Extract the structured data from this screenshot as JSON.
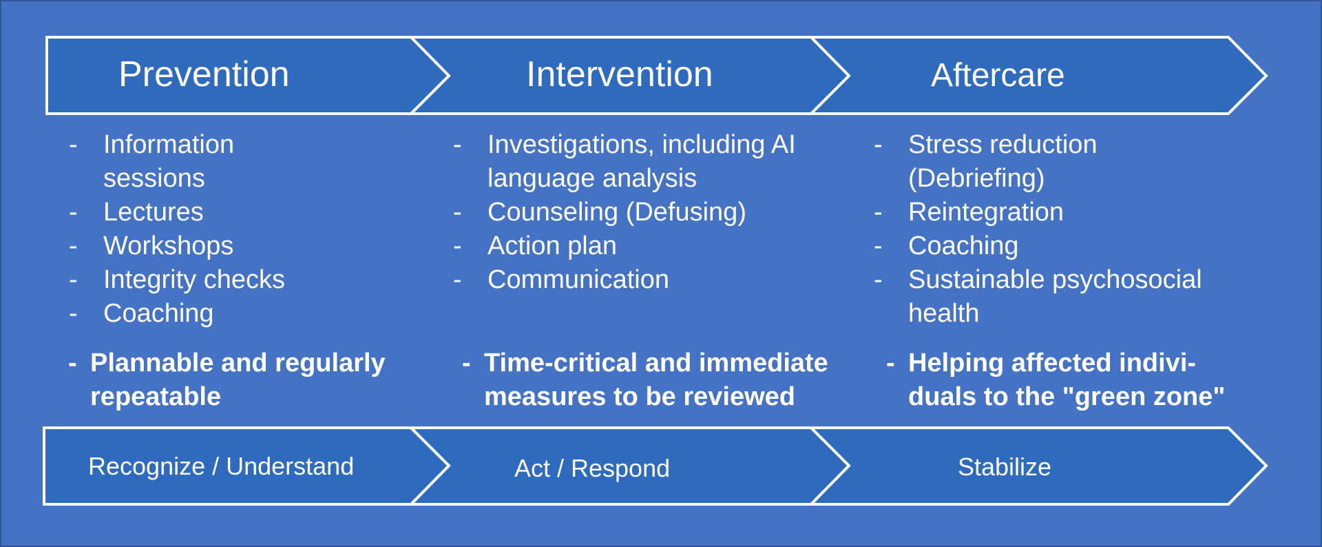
{
  "colors": {
    "background": "#4472C4",
    "arrow_fill": "#2E6BBF",
    "arrow_stroke": "#ffffff",
    "text": "#ffffff"
  },
  "dash": "-",
  "phases": [
    {
      "title": "Prevention",
      "items": [
        "Information sessions",
        "Lectures",
        "Workshops",
        "Integrity checks",
        "Coaching"
      ],
      "summary": "Plannable and regularly repeatable",
      "outcome": "Recognize / Understand"
    },
    {
      "title": "Intervention",
      "items": [
        "Investigations, including AI language analysis",
        "Counseling (Defusing)",
        "Action plan",
        "Communication"
      ],
      "summary": "Time-critical and immediate measures to be reviewed",
      "outcome": "Act / Respond"
    },
    {
      "title": "Aftercare",
      "items": [
        "Stress reduction (Debriefing)",
        "Reintegration",
        "Coaching",
        "Sustainable psychosocial health"
      ],
      "summary": "Helping affected indivi-duals to the \"green zone\"",
      "outcome": "Stabilize"
    }
  ]
}
